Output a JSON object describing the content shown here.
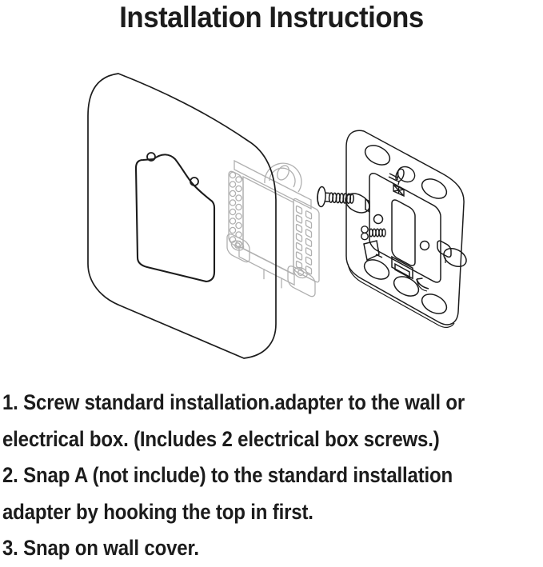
{
  "title": "Installation Instructions",
  "instructions": {
    "lines": [
      "1. Screw standard installation.adapter to the wall or",
      "electrical box. (Includes 2 electrical box screws.)",
      "2. Snap A (not include) to the standard installation",
      "adapter by hooking the top in first.",
      "3. Snap on wall cover."
    ]
  },
  "diagram": {
    "parts": [
      {
        "name": "wall-cover"
      },
      {
        "name": "thermostat-base"
      },
      {
        "name": "standard-installation-adapter"
      },
      {
        "name": "electrical-box-screw",
        "count": 2
      }
    ],
    "colors": {
      "outline": "#1c1c1c",
      "thermostat_outline": "#b0b0b0",
      "background": "#ffffff"
    }
  }
}
